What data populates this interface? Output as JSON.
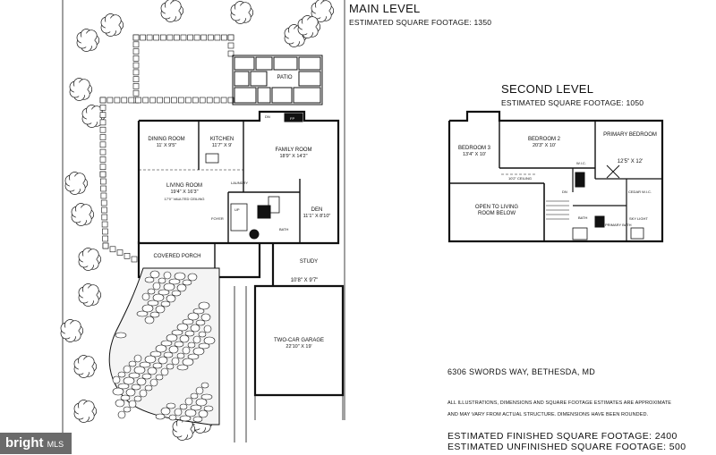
{
  "main_level": {
    "title": "MAIN LEVEL",
    "sqft": "ESTIMATED SQUARE FOOTAGE: 1350"
  },
  "second_level": {
    "title": "SECOND LEVEL",
    "sqft": "ESTIMATED SQUARE FOOTAGE: 1050"
  },
  "main_rooms": {
    "patio": "PATIO",
    "dining": {
      "name": "DINING ROOM",
      "dim": "11' X 9'5\""
    },
    "kitchen": {
      "name": "KITCHEN",
      "dim": "11'7\" X 9'"
    },
    "family": {
      "name": "FAMILY ROOM",
      "dim": "18'9\" X 14'2\""
    },
    "living": {
      "name": "LIVING ROOM",
      "dim": "19'4\" X 16'3\"",
      "note": "17'0\" VAULTED CEILING"
    },
    "laundry": "LAUNDRY",
    "foyer": "FOYER",
    "den": {
      "name": "DEN",
      "dim": "11'1\" X 8'10\""
    },
    "bath": "BATH",
    "porch": "COVERED PORCH",
    "study": {
      "name": "STUDY",
      "dim": "10'8\" X 9'7\""
    },
    "garage": {
      "name": "TWO-CAR GARAGE",
      "dim": "22'10\" X 19'"
    },
    "fp": "FP",
    "dn": "DN",
    "up": "UP"
  },
  "second_rooms": {
    "bedroom3": {
      "name": "BEDROOM 3",
      "dim": "13'4\" X 10'"
    },
    "bedroom2": {
      "name": "BEDROOM 2",
      "dim": "20'3\" X 10'"
    },
    "primary": {
      "name": "PRIMARY BEDROOM",
      "dim": "12'5\" X 12'"
    },
    "ceiling": "10'2\" CEILING",
    "open": "OPEN TO LIVING ROOM BELOW",
    "wic": "W.I.C.",
    "cedar": "CEDAR W.I.C.",
    "bath": "BATH",
    "primary_bath": "PRIMARY BATH",
    "skylight": "SKY LIGHT",
    "dn": "DN"
  },
  "address": "6306 SWORDS WAY, BETHESDA, MD",
  "disclaimer_1": "ALL ILLUSTRATIONS, DIMENSIONS AND SQUARE FOOTAGE ESTIMATES ARE APPROXIMATE",
  "disclaimer_2": "AND MAY VARY FROM ACTUAL STRUCTURE. DIMENSIONS HAVE BEEN ROUNDED.",
  "total_finished": "ESTIMATED FINISHED SQUARE FOOTAGE: 2400",
  "total_unfinished": "ESTIMATED UNFINISHED SQUARE FOOTAGE: 500",
  "watermark": {
    "brand": "bright",
    "sub": "MLS"
  },
  "colors": {
    "line": "#111111",
    "fill_dark": "#111111",
    "gray": "#bdbdbd",
    "watermark_bg": "#6b6b6b"
  }
}
